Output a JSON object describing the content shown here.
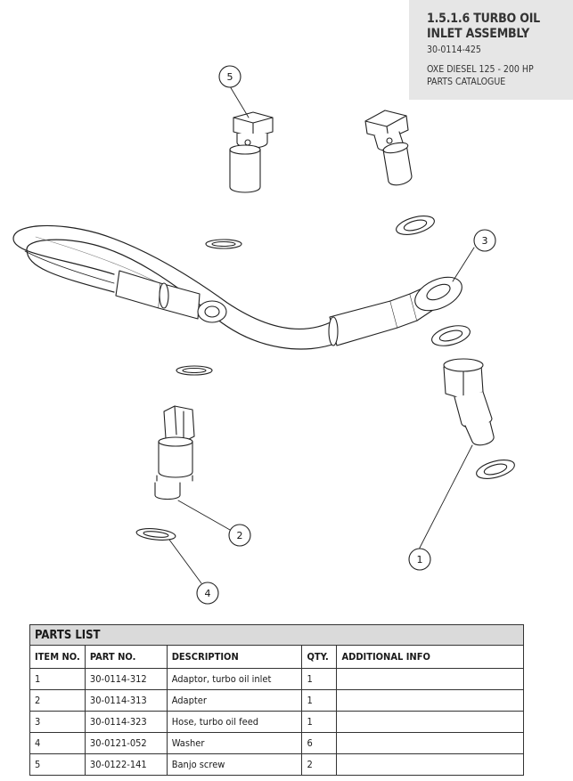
{
  "title_block": {
    "title": "1.5.1.6 TURBO OIL INLET ASSEMBLY",
    "doc_number": "30-0114-425",
    "product": "OXE DIESEL 125 - 200 HP",
    "catalogue": "PARTS CATALOGUE"
  },
  "callouts": [
    "1",
    "2",
    "3",
    "4",
    "5"
  ],
  "parts_list": {
    "heading": "PARTS LIST",
    "columns": [
      "ITEM NO.",
      "PART NO.",
      "DESCRIPTION",
      "QTY.",
      "ADDITIONAL INFO"
    ],
    "rows": [
      {
        "item": "1",
        "part_no": "30-0114-312",
        "description": "Adaptor, turbo oil inlet",
        "qty": "1",
        "info": ""
      },
      {
        "item": "2",
        "part_no": "30-0114-313",
        "description": "Adapter",
        "qty": "1",
        "info": ""
      },
      {
        "item": "3",
        "part_no": "30-0114-323",
        "description": "Hose, turbo oil feed",
        "qty": "1",
        "info": ""
      },
      {
        "item": "4",
        "part_no": "30-0121-052",
        "description": "Washer",
        "qty": "6",
        "info": ""
      },
      {
        "item": "5",
        "part_no": "30-0122-141",
        "description": "Banjo screw",
        "qty": "2",
        "info": ""
      }
    ]
  }
}
